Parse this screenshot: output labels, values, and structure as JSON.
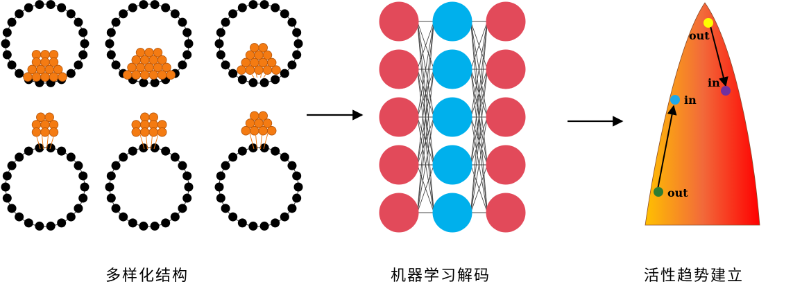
{
  "captions": {
    "left": "多样化结构",
    "middle": "机器学习解码",
    "right": "活性趋势建立"
  },
  "trend_labels": {
    "out_top": "out",
    "in_right": "in",
    "in_left": "in",
    "out_bottom": "out"
  },
  "colors": {
    "support_atom": "#000000",
    "cluster_atom": "#F47B12",
    "cluster_atom_edge": "#B4540A",
    "nn_outer_layer": "#E24A5A",
    "nn_hidden_layer": "#00B0EC",
    "nn_connection": "#444444",
    "dot_yellow": "#FFFF00",
    "dot_purple": "#7030A0",
    "dot_blue": "#1FA9E8",
    "dot_green": "#2E7D32",
    "gradient_left": "#FFC000",
    "gradient_right": "#FF0000"
  },
  "structures": {
    "rows": 2,
    "columns": 3,
    "top_row": "cluster_inside_ring",
    "bottom_row": "cluster_on_ring"
  },
  "network": {
    "layers": [
      5,
      5,
      5
    ]
  }
}
